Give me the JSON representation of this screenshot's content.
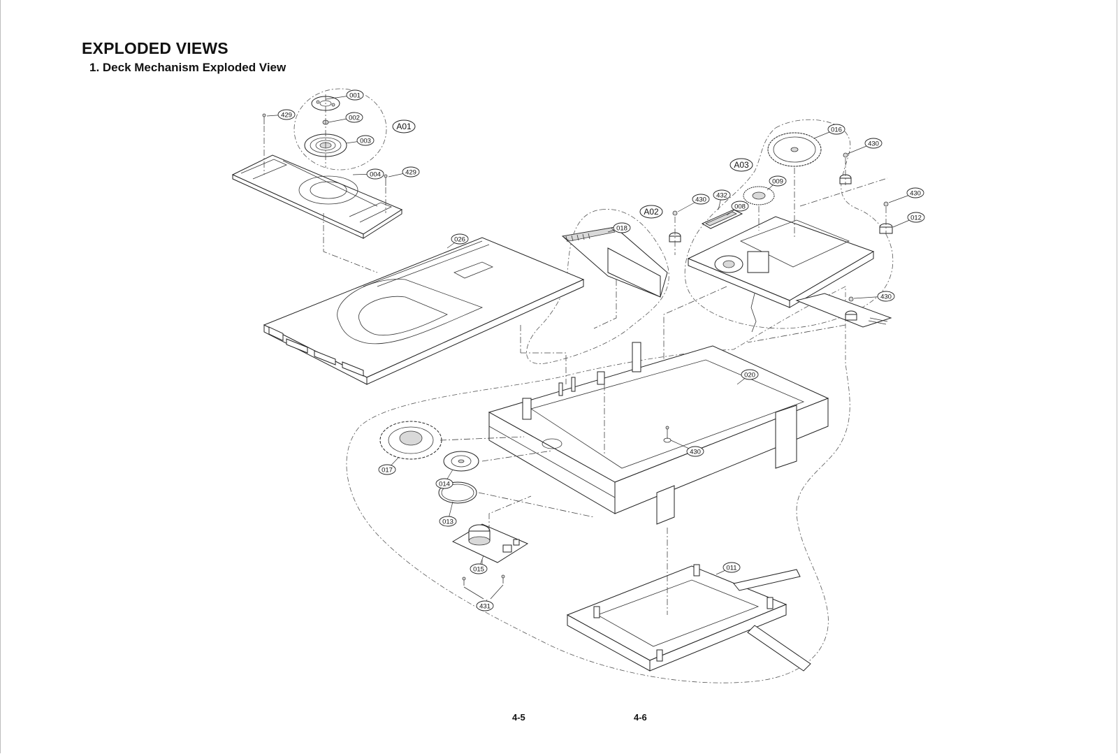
{
  "header": {
    "title": "EXPLODED VIEWS",
    "subtitle": "1. Deck Mechanism Exploded View"
  },
  "footer": {
    "left_page": "4-5",
    "right_page": "4-6"
  },
  "groups": {
    "a01": "A01",
    "a02": "A02",
    "a03": "A03"
  },
  "callouts": {
    "c001": "001",
    "c002": "002",
    "c003": "003",
    "c004": "004",
    "c429a": "429",
    "c429b": "429",
    "c026": "026",
    "c018": "018",
    "c016": "016",
    "c430a": "430",
    "c430b": "430",
    "c430c": "430",
    "c430d": "430",
    "c430e": "430",
    "c432": "432",
    "c008": "008",
    "c009": "009",
    "c012": "012",
    "c020": "020",
    "c017": "017",
    "c014": "014",
    "c013": "013",
    "c015": "015",
    "c431": "431",
    "c011": "011"
  },
  "colors": {
    "line": "#222222",
    "background": "#ffffff"
  }
}
